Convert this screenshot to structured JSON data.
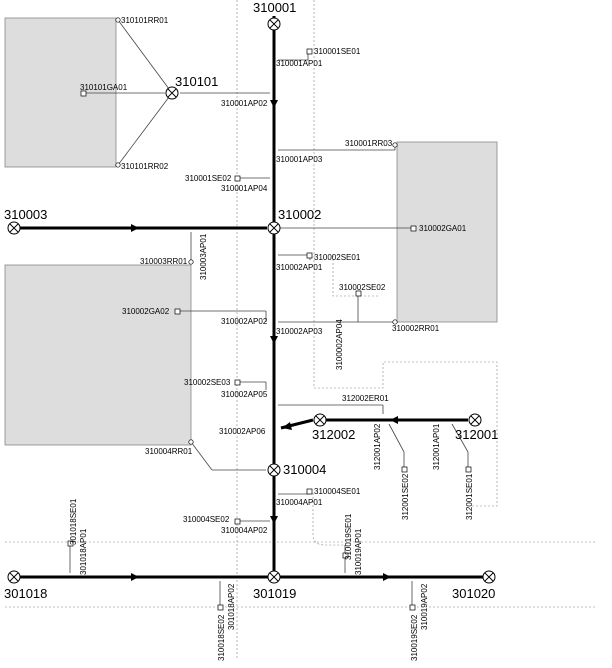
{
  "diagram": {
    "nodes": {
      "n310001": "310001",
      "n310101": "310101",
      "n310002": "310002",
      "n310003": "310003",
      "n312002": "312002",
      "n312001": "312001",
      "n310004": "310004",
      "n301018": "301018",
      "n301019": "301019",
      "n301020": "301020"
    },
    "labels": {
      "l310101RR01": "310101RR01",
      "l310101GA01": "310101GA01",
      "l310101RR02": "310101RR02",
      "l310001SE01": "310001SE01",
      "l310001AP01": "310001AP01",
      "l310001AP02": "310001AP02",
      "l310001AP03": "310001AP03",
      "l310001RR03": "310001RR03",
      "l310001SE02": "310001SE02",
      "l310001AP04": "310001AP04",
      "l310002GA01": "310002GA01",
      "l310003AP01": "310003AP01",
      "l310003RR01": "310003RR01",
      "l310002SE01": "310002SE01",
      "l310002AP01": "310002AP01",
      "l310002SE02": "310002SE02",
      "l310002GA02": "310002GA02",
      "l310002AP02": "310002AP02",
      "l310002AP03": "310002AP03",
      "l3100002AP04": "3100002AP04",
      "l310002RR01": "310002RR01",
      "l310002SE03": "310002SE03",
      "l310002AP05": "310002AP05",
      "l312002ER01": "312002ER01",
      "l310002AP06": "310002AP06",
      "l310004RR01": "310004RR01",
      "l312001AP02": "312001AP02",
      "l312001AP01": "312001AP01",
      "l312001SE02": "312001SE02",
      "l312001SE01": "312001SE01",
      "l310004SE01": "310004SE01",
      "l310004AP01": "310004AP01",
      "l310004SE02": "310004SE02",
      "l310004AP02": "310004AP02",
      "l310019SE01": "310019SE01",
      "l310019AP01": "310019AP01",
      "l301018SE01": "301018SE01",
      "l301018AP01": "301018AP01",
      "l310018SE02": "310018SE02",
      "l301018AP02": "301018AP02",
      "l310019SE02": "310019SE02",
      "l310019AP02": "310019AP02"
    }
  }
}
